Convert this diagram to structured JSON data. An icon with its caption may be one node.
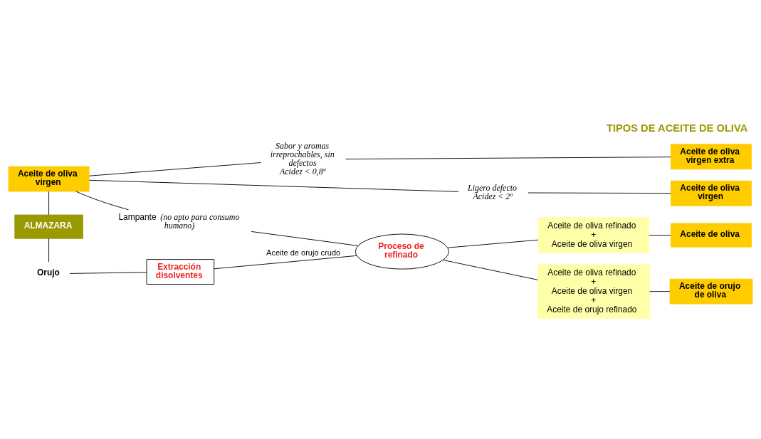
{
  "diagram": {
    "title": "TIPOS DE ACEITE DE OLIVA",
    "nodes": [
      {
        "text": [
          "Aceite de oliva virgen"
        ]
      },
      {
        "text": [
          "*Sabor y aromas irreprochables, sin defectos*",
          "*Acidez < 0,8º*"
        ]
      },
      {
        "text": [
          "*Ligero defecto*",
          "*Acidez < 2º*"
        ]
      },
      {
        "text": [
          "Lampante *(no apto para consumo humano)*"
        ]
      },
      {
        "text": [
          "Aceite de oliva virgen extra"
        ]
      },
      {
        "text": [
          "Aceite de oliva virgen"
        ]
      },
      {
        "text": [
          "Proceso de refinado"
        ]
      },
      {
        "text": [
          "Aceite de oliva refinado",
          "+",
          "Aceite de oliva virgen"
        ]
      },
      {
        "text": [
          "Aceite de oliva"
        ]
      },
      {
        "text": [
          "Aceite de oliva refinado",
          "+",
          "Aceite de oliva virgen",
          "+",
          "Aceite de orujo refinado"
        ]
      },
      {
        "text": [
          "Aceite de orujo de oliva"
        ]
      },
      {
        "text": [
          "ALMAZARA"
        ]
      },
      {
        "text": [
          "Orujo"
        ]
      },
      {
        "text": [
          "Extracción disolventes"
        ]
      }
    ],
    "edges": [
      {
        "from": 0,
        "to": 1,
        "arrow": "none"
      },
      {
        "from": 0,
        "to": 2,
        "arrow": "none"
      },
      {
        "from": 0,
        "to": 3,
        "arrow": "none"
      },
      {
        "from": 1,
        "to": 4,
        "arrow": "none"
      },
      {
        "from": 2,
        "to": 5,
        "arrow": "none"
      },
      {
        "from": 3,
        "to": 6,
        "arrow": "none"
      },
      {
        "from": 6,
        "to": 7,
        "arrow": "none"
      },
      {
        "from": 7,
        "to": 8,
        "arrow": "none"
      },
      {
        "from": 6,
        "to": 9,
        "arrow": "none"
      },
      {
        "from": 9,
        "to": 10,
        "arrow": "none"
      },
      {
        "from": 0,
        "to": 11,
        "arrow": "none"
      },
      {
        "from": 11,
        "to": 12,
        "arrow": "none"
      },
      {
        "from": 12,
        "to": 13,
        "arrow": "none"
      },
      {
        "from": 13,
        "to": 6,
        "arrow": "none",
        "label": "Aceite de orujo crudo"
      }
    ]
  }
}
